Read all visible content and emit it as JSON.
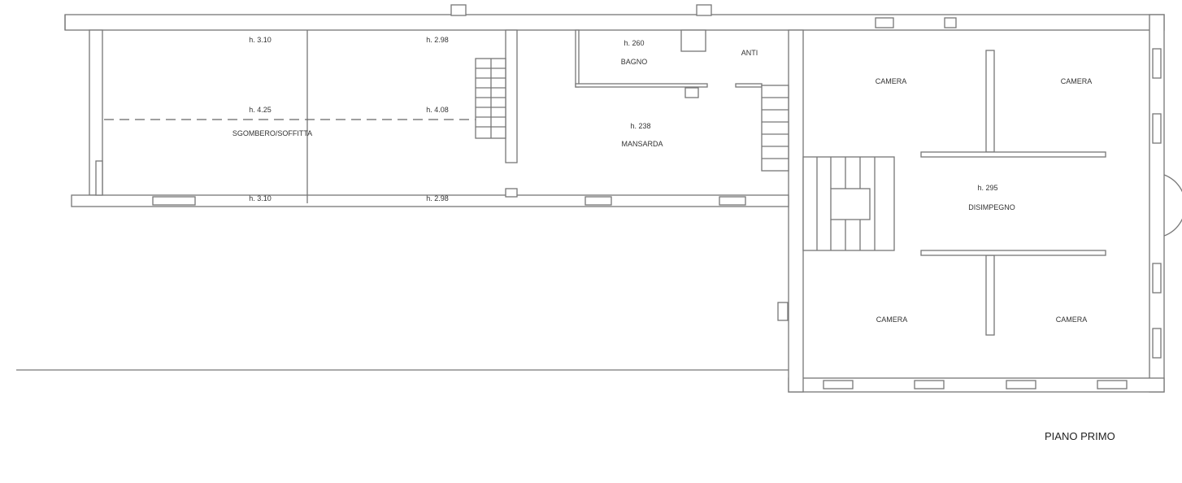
{
  "plan": {
    "title": "PIANO PRIMO",
    "rooms": {
      "sgombero": {
        "label": "SGOMBERO/SOFFITTA",
        "heights": [
          "h. 3.10",
          "h. 2.98",
          "h. 4.25",
          "h. 4.08",
          "h. 3.10",
          "h. 2.98"
        ]
      },
      "bagno": {
        "label": "BAGNO",
        "height": "h. 260"
      },
      "anti": {
        "label": "ANTI"
      },
      "mansarda": {
        "label": "MANSARDA",
        "height": "h. 238"
      },
      "camera_nw": {
        "label": "CAMERA"
      },
      "camera_ne": {
        "label": "CAMERA"
      },
      "camera_sw": {
        "label": "CAMERA"
      },
      "camera_se": {
        "label": "CAMERA"
      },
      "disimpegno": {
        "label": "DISIMPEGNO",
        "height": "h. 295"
      }
    }
  }
}
